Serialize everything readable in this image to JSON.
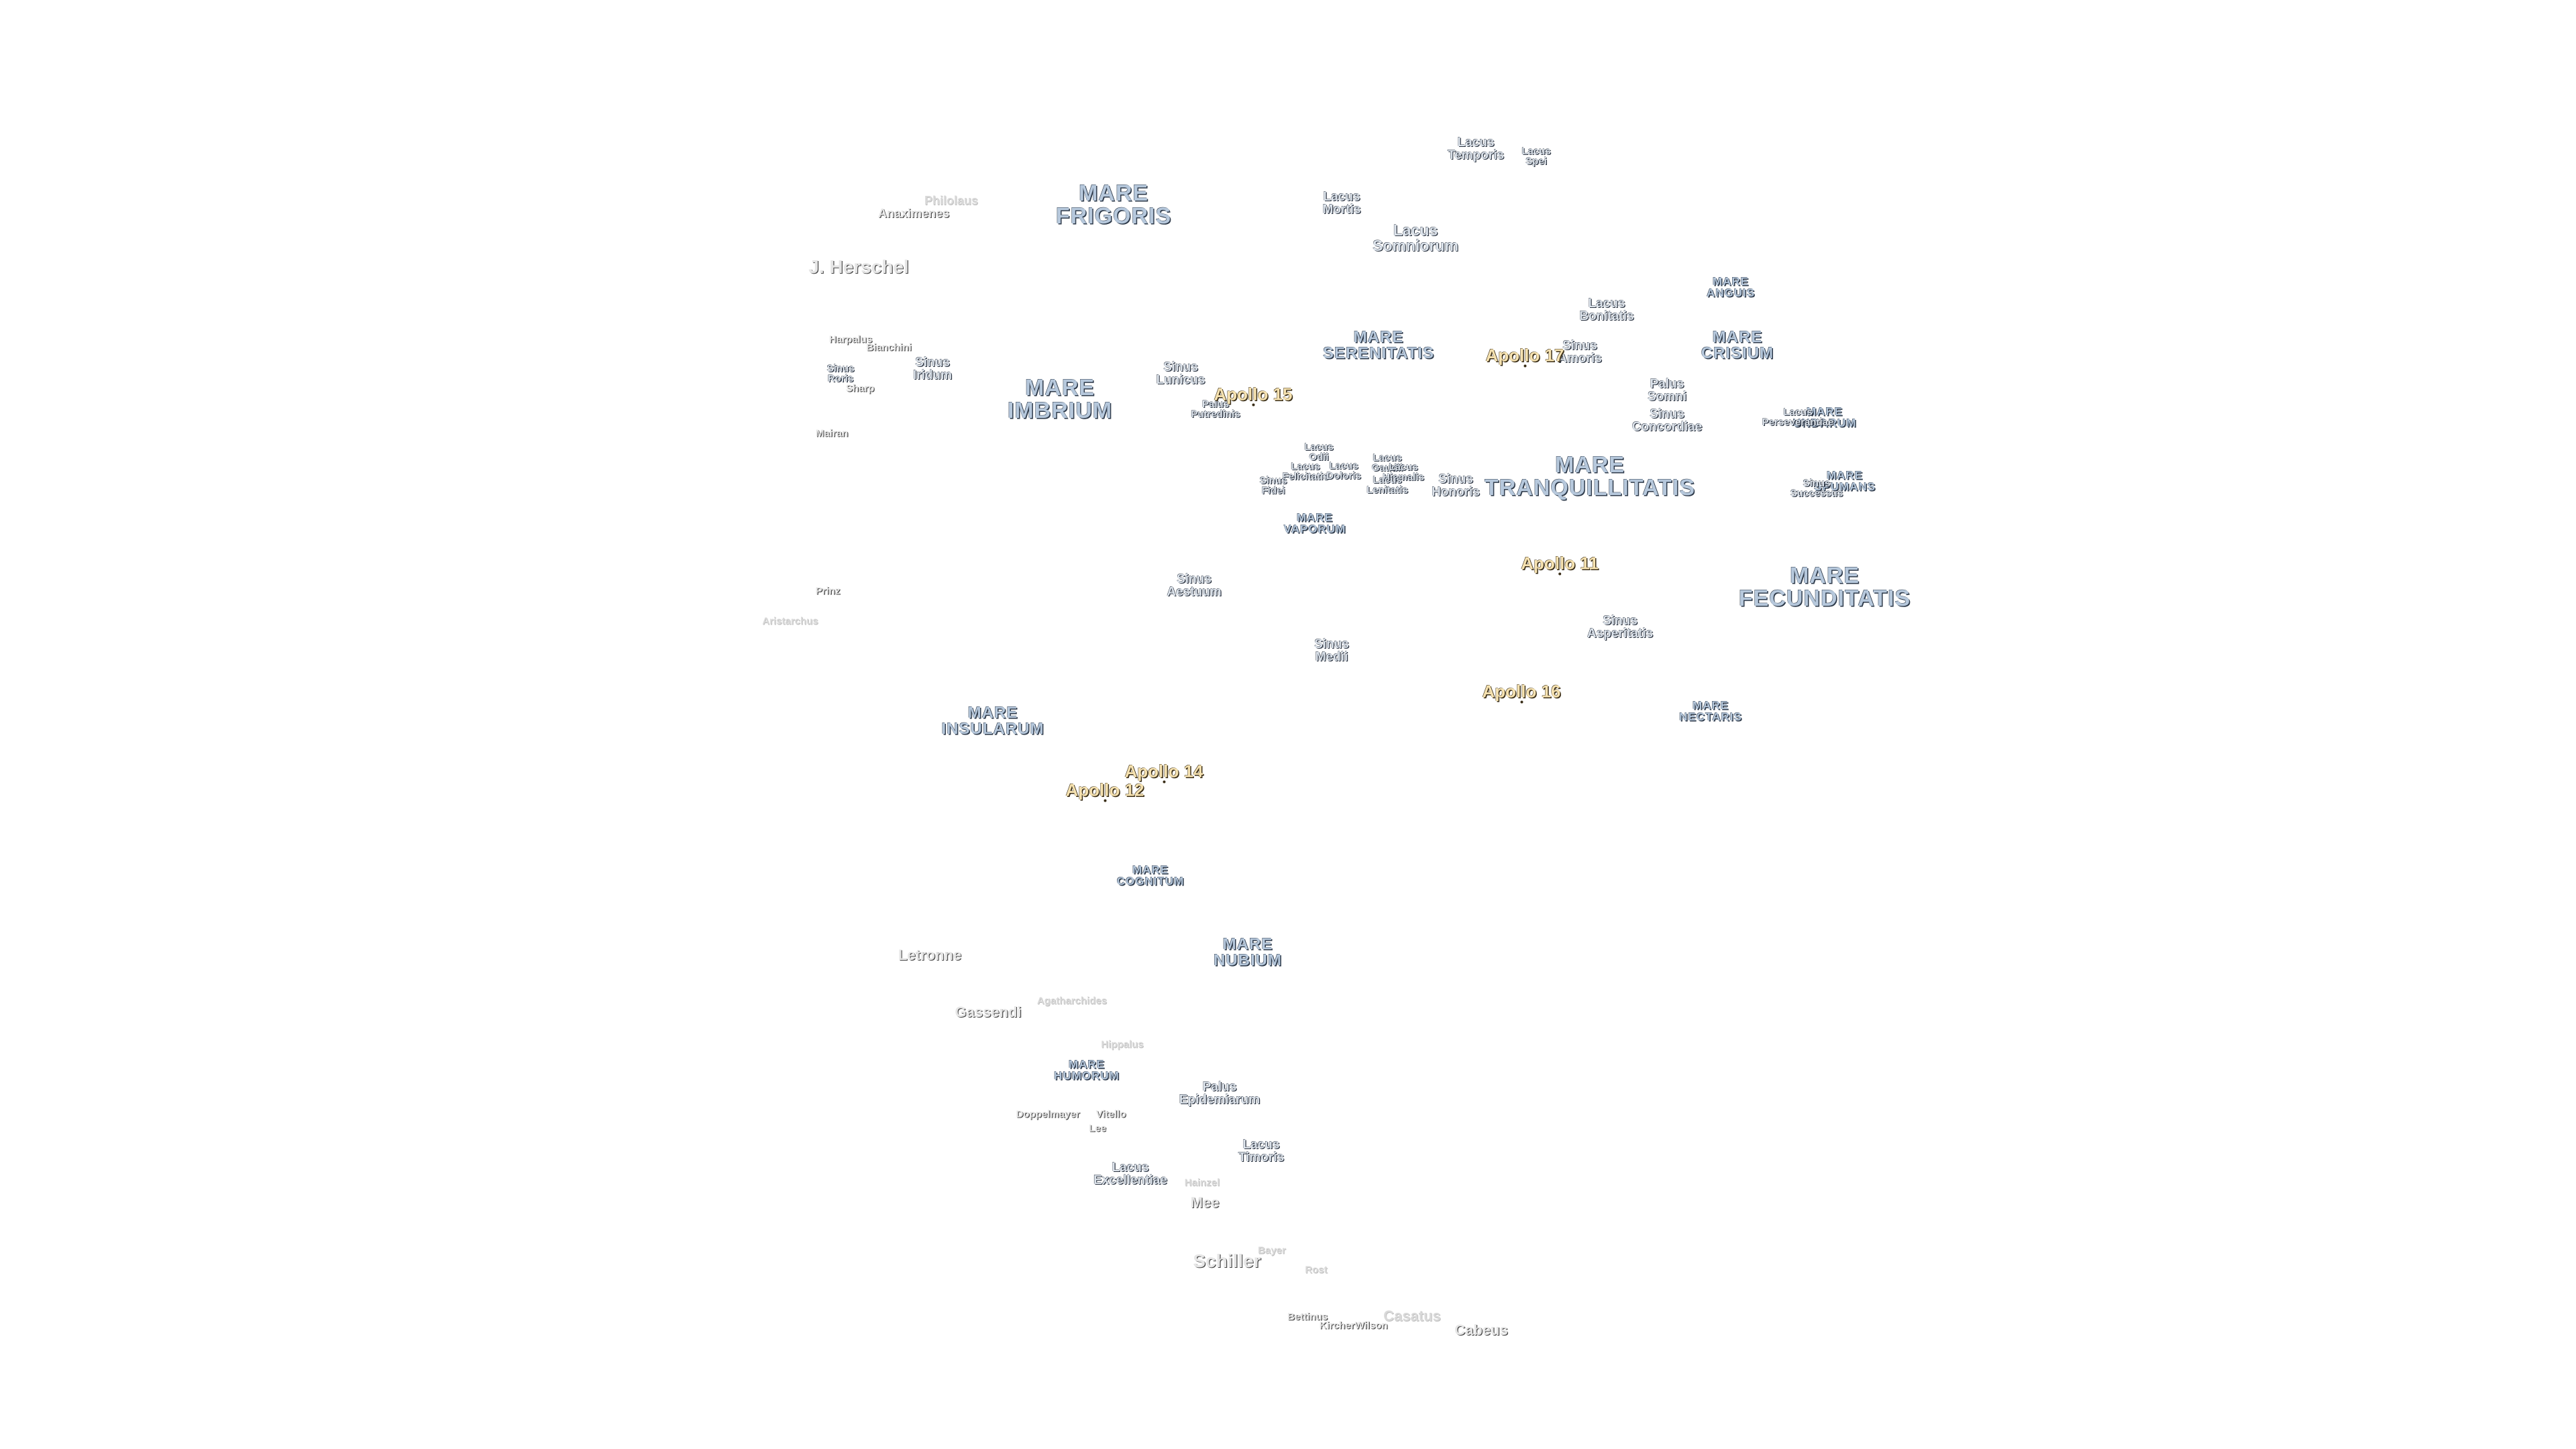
{
  "labels": [
    {
      "text": "MARE\nFRIGORIS",
      "kind": "mare big"
    },
    {
      "text": "MARE\nIMBRIUM",
      "kind": "mare big"
    },
    {
      "text": "MARE\nSERENITATIS",
      "kind": "mare med"
    },
    {
      "text": "MARE\nTRANQUILLITATIS",
      "kind": "mare big"
    },
    {
      "text": "MARE\nCRISIUM",
      "kind": "mare med"
    },
    {
      "text": "MARE\nFECUNDITATIS",
      "kind": "mare big"
    },
    {
      "text": "MARE\nNECTARIS",
      "kind": "mare sm"
    },
    {
      "text": "MARE\nVAPORUM",
      "kind": "mare sm"
    },
    {
      "text": "MARE\nINSULARUM",
      "kind": "mare med"
    },
    {
      "text": "MARE\nCOGNITUM",
      "kind": "mare sm"
    },
    {
      "text": "MARE\nNUBIUM",
      "kind": "mare med"
    },
    {
      "text": "MARE\nHUMORUM",
      "kind": "mare sm"
    },
    {
      "text": "MARE\nANGUIS",
      "kind": "mare sm"
    },
    {
      "text": "MARE\nUNDARUM",
      "kind": "mare sm"
    },
    {
      "text": "MARE\nSPUMANS",
      "kind": "mare sm"
    },
    {
      "text": "Lacus\nTemporis",
      "kind": "minor"
    },
    {
      "text": "Lacus\nSpei",
      "kind": "minor sm"
    },
    {
      "text": "Lacus\nMortis",
      "kind": "minor"
    },
    {
      "text": "Lacus\nSomniorum",
      "kind": "minor md"
    },
    {
      "text": "Lacus\nBonitatis",
      "kind": "minor"
    },
    {
      "text": "Sinus\nAmoris",
      "kind": "minor"
    },
    {
      "text": "Sinus\nIridum",
      "kind": "minor"
    },
    {
      "text": "Sinus\nRoris",
      "kind": "minor sm"
    },
    {
      "text": "Sinus\nLunicus",
      "kind": "minor"
    },
    {
      "text": "Palus\nPutredinis",
      "kind": "minor sm"
    },
    {
      "text": "Palus\nSomni",
      "kind": "minor"
    },
    {
      "text": "Sinus\nConcordiae",
      "kind": "minor"
    },
    {
      "text": "Lacus\nPerseverantiae",
      "kind": "minor sm"
    },
    {
      "text": "Sinus\nSuccessus",
      "kind": "minor sm"
    },
    {
      "text": "Lacus\nOdii",
      "kind": "minor sm"
    },
    {
      "text": "Lacus\nFelicitatis",
      "kind": "minor sm"
    },
    {
      "text": "Lacus\nDoloris",
      "kind": "minor sm"
    },
    {
      "text": "Lacus\nGaudii",
      "kind": "minor sm"
    },
    {
      "text": "Lacus\nHiemalis",
      "kind": "minor sm"
    },
    {
      "text": "Lacus\nLenitatis",
      "kind": "minor sm"
    },
    {
      "text": "Sinus\nFidei",
      "kind": "minor sm"
    },
    {
      "text": "Sinus\nHonoris",
      "kind": "minor"
    },
    {
      "text": "Sinus\nAestuum",
      "kind": "minor"
    },
    {
      "text": "Sinus\nMedii",
      "kind": "minor"
    },
    {
      "text": "Sinus\nAsperitatis",
      "kind": "minor"
    },
    {
      "text": "Palus\nEpidemiarum",
      "kind": "minor"
    },
    {
      "text": "Lacus\nTimoris",
      "kind": "minor"
    },
    {
      "text": "Lacus\nExcellentiae",
      "kind": "minor"
    },
    {
      "text": "Apollo 11",
      "kind": "apollo"
    },
    {
      "text": "Apollo 12",
      "kind": "apollo"
    },
    {
      "text": "Apollo 14",
      "kind": "apollo"
    },
    {
      "text": "Apollo 15",
      "kind": "apollo"
    },
    {
      "text": "Apollo 16",
      "kind": "apollo"
    },
    {
      "text": "Apollo 17",
      "kind": "apollo"
    },
    {
      "text": "Philolaus",
      "kind": "crater faint"
    },
    {
      "text": "Anaximenes",
      "kind": "crater"
    },
    {
      "text": "J. Herschel",
      "kind": "crater big"
    },
    {
      "text": "Harpalus",
      "kind": "crater sm"
    },
    {
      "text": "Bianchini",
      "kind": "crater sm"
    },
    {
      "text": "Sharp",
      "kind": "crater sm"
    },
    {
      "text": "Mairan",
      "kind": "crater sm"
    },
    {
      "text": "Prinz",
      "kind": "crater sm"
    },
    {
      "text": "Aristarchus",
      "kind": "crater sm faint"
    },
    {
      "text": "Letronne",
      "kind": "crater md"
    },
    {
      "text": "Gassendi",
      "kind": "crater md"
    },
    {
      "text": "Agatharchides",
      "kind": "crater sm faint"
    },
    {
      "text": "Hippalus",
      "kind": "crater sm faint"
    },
    {
      "text": "Doppelmayer",
      "kind": "crater sm"
    },
    {
      "text": "Vitello",
      "kind": "crater sm"
    },
    {
      "text": "Lee",
      "kind": "crater sm"
    },
    {
      "text": "Hainzel",
      "kind": "crater sm faint"
    },
    {
      "text": "Mee",
      "kind": "crater md"
    },
    {
      "text": "Schiller",
      "kind": "crater big"
    },
    {
      "text": "Bayer",
      "kind": "crater sm faint"
    },
    {
      "text": "Rost",
      "kind": "crater sm faint"
    },
    {
      "text": "Bettinus",
      "kind": "crater sm"
    },
    {
      "text": "Kircher",
      "kind": "crater sm"
    },
    {
      "text": "Wilson",
      "kind": "crater sm"
    },
    {
      "text": "Casatus",
      "kind": "crater md faint"
    },
    {
      "text": "Cabeus",
      "kind": "crater md"
    }
  ]
}
